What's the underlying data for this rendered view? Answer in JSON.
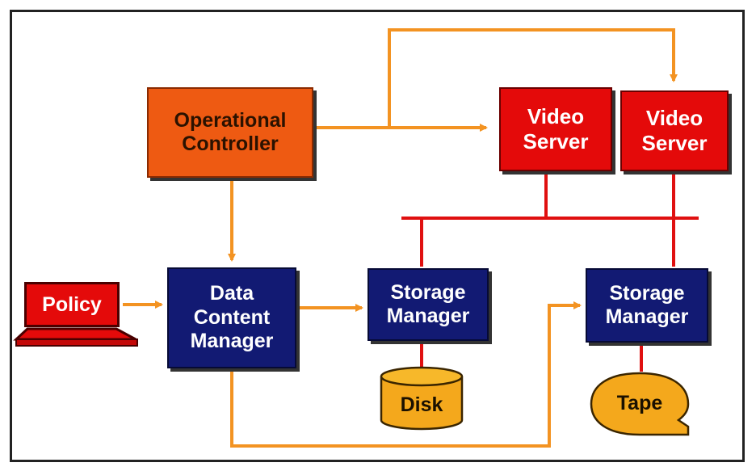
{
  "nodes": {
    "operational_controller": "Operational\nController",
    "video_server_1": "Video\nServer",
    "video_server_2": "Video\nServer",
    "policy": "Policy",
    "data_content_manager": "Data\nContent\nManager",
    "storage_manager_1": "Storage\nManager",
    "storage_manager_2": "Storage\nManager",
    "disk": "Disk",
    "tape": "Tape"
  },
  "colors": {
    "orange_flow": "#f39322",
    "red_bus": "#e01010",
    "controller": "#ee5a12",
    "server": "#e40a0a",
    "manager": "#121a73",
    "storage_media": "#f4a81c"
  }
}
